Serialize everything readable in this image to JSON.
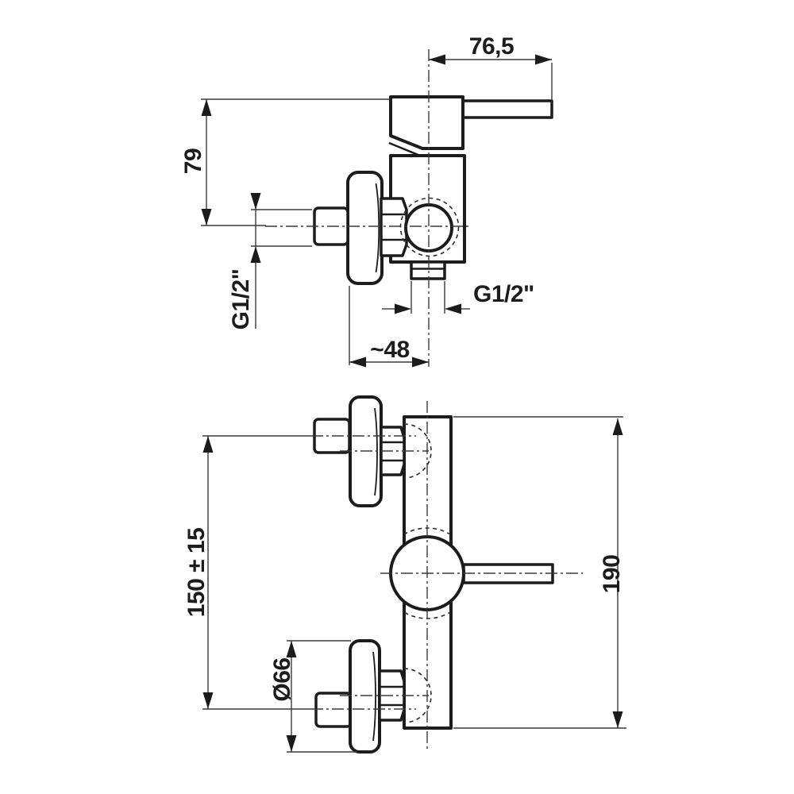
{
  "drawing": {
    "kind": "shower-mixer-dimension-drawing",
    "colors": {
      "line": "#1c1c1c",
      "thin_line": "#3a3a3a",
      "background": "#ffffff"
    },
    "side_view": {
      "dim_handle_width": "76,5",
      "dim_body_height": "79",
      "dim_inlet_thread": "G1/2\"",
      "dim_outlet_thread": "G1/2\"",
      "dim_depth": "~48"
    },
    "front_view": {
      "dim_connection_centers": "150 ± 15",
      "dim_flange_diameter": "Ø66",
      "dim_total_height": "190"
    }
  }
}
